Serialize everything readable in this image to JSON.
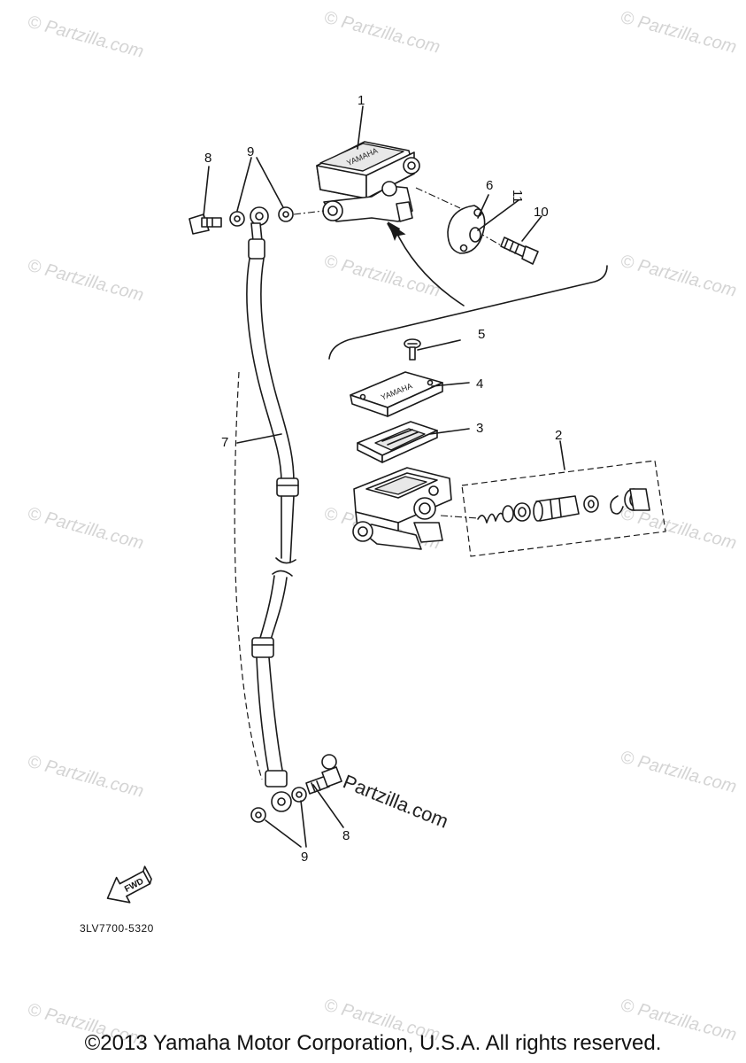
{
  "watermark": {
    "text": "© Partzilla.com"
  },
  "brand_watermark": "Partzilla.com",
  "callouts": [
    "1",
    "2",
    "3",
    "4",
    "5",
    "6",
    "7",
    "8",
    "8",
    "9",
    "9",
    "10",
    "11"
  ],
  "reservoir_cap_text": "YAMAHA",
  "fwd_label": "FWD",
  "part_code": "3LV7700-5320",
  "copyright": "©2013 Yamaha Motor Corporation, U.S.A. All rights reserved."
}
